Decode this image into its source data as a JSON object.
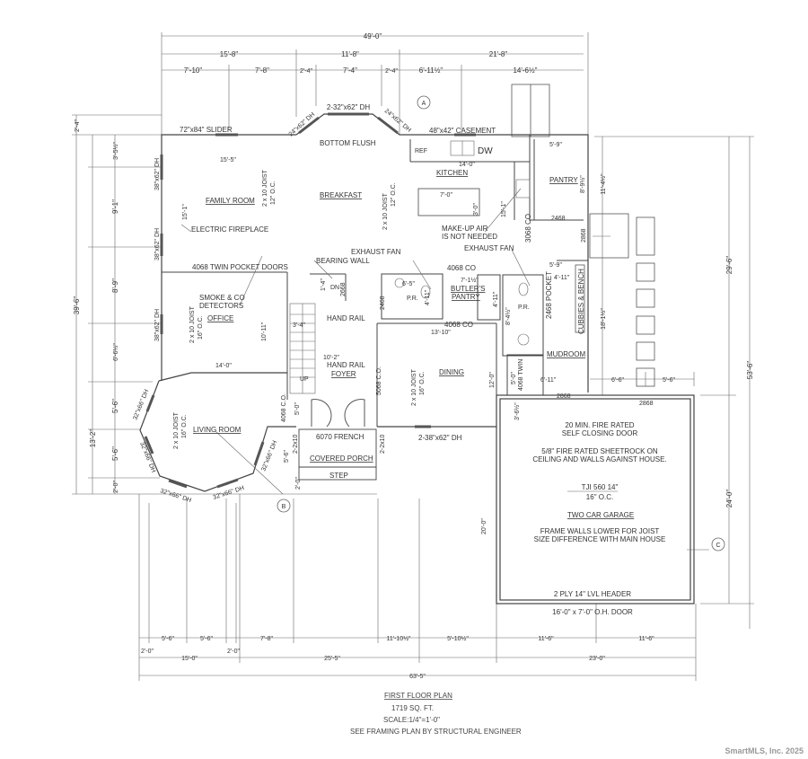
{
  "title_block": {
    "title": "FIRST FLOOR PLAN",
    "area": "1719 SQ. FT.",
    "scale": "SCALE:1/4\"=1'-0\"",
    "note": "SEE FRAMING PLAN BY STRUCTURAL ENGINEER"
  },
  "watermark": "SmartMLS, Inc. 2025",
  "rooms": {
    "family_room": "FAMILY ROOM",
    "breakfast": "BREAKFAST",
    "kitchen": "KITCHEN",
    "pantry": "PANTRY",
    "office": "OFFICE",
    "living_room": "LIVING ROOM",
    "foyer": "FOYER",
    "dining": "DINING",
    "butlers_pantry_1": "BUTLER'S",
    "butlers_pantry_2": "PANTRY",
    "mudroom": "MUDROOM",
    "covered_porch": "COVERED PORCH",
    "step": "STEP",
    "garage": "TWO CAR GARAGE",
    "pr1": "P.R.",
    "pr2": "P.R."
  },
  "notes": {
    "slider": "72\"x84\" SLIDER",
    "bay_center": "2-32\"x62\" DH",
    "bay_left": "24\"x62\" DH",
    "bay_right": "24\"x62\" DH",
    "bottom_flush": "BOTTOM FLUSH",
    "casement": "48\"x42\" CASEMENT",
    "ref": "REF",
    "dw": "DW",
    "fireplace": "ELECTRIC FIREPLACE",
    "twin_pocket": "4068 TWIN POCKET DOORS",
    "smoke_1": "SMOKE & CO",
    "smoke_2": "DETECTORS",
    "bearing_wall": "BEARING WALL",
    "hand_rail_1": "HAND RAIL",
    "hand_rail_2": "HAND RAIL",
    "exhaust_fan_1": "EXHAUST FAN",
    "exhaust_fan_2": "EXHAUST FAN",
    "makeup_air_1": "MAKE-UP AIR",
    "makeup_air_2": "IS NOT NEEDED",
    "co_4068_a": "4068 CO",
    "co_4068_b": "4068 CO",
    "co_3068": "3068 CO",
    "pocket_2468": "2468 POCKET",
    "cubbies": "CUBBIES & BENCH",
    "door_2468_a": "2468",
    "door_2468_b": "2468",
    "door_2868_a": "2868",
    "door_2868_b": "2868",
    "door_2868_c": "2868",
    "door_2868_d": "2868",
    "door_2668": "2668",
    "twin_4068": "4068 TWIN",
    "co_4068_c": "4068 C.O.",
    "co_5068": "5068 C.O.",
    "french": "6070 FRENCH",
    "post_left": "2-2x10",
    "post_right": "2-2x10",
    "win_family_1": "38\"x62\" DH",
    "win_family_2": "38\"x62\" DH",
    "win_office": "38\"x62\" DH",
    "win_living_1": "32\"x66\" DH",
    "win_living_2": "32\"x66\" DH",
    "win_living_3": "32\"x66\" DH",
    "win_living_4": "32\"x66\" DH",
    "win_living_5": "32\"x66\" DH",
    "win_dining": "2-38\"x62\" DH",
    "up": "UP",
    "dn": "DN",
    "joist_1a": "2 x 10 JOIST",
    "joist_1b": "12\" O.C.",
    "joist_2a": "2 x 10 JOIST",
    "joist_2b": "12\" O.C.",
    "joist_3a": "2 x 10 JOIST",
    "joist_3b": "16\" O.C.",
    "joist_4a": "2 x 10 JOIST",
    "joist_4b": "16\" O.C.",
    "joist_5a": "2 x 10 JOIST",
    "joist_5b": "16\" O.C.",
    "fire_door_1": "20 MIN. FIRE RATED",
    "fire_door_2": "SELF CLOSING DOOR",
    "sheetrock_1": "5/8\" FIRE RATED SHEETROCK ON",
    "sheetrock_2": "CEILING AND WALLS AGAINST HOUSE.",
    "tji_1": "TJI 560 14\"",
    "tji_2": "16\" O.C.",
    "frame_1": "FRAME WALLS LOWER FOR JOIST",
    "frame_2": "SIZE DIFFERENCE WITH MAIN HOUSE",
    "header": "2 PLY 14\" LVL HEADER",
    "oh_door": "16'-0\" x 7'-0\" O.H. DOOR",
    "marker_a": "A",
    "marker_b": "B",
    "marker_c": "C"
  },
  "dimensions": {
    "top_overall": "49'-0\"",
    "top_mid": [
      "15'-8\"",
      "11'-8\"",
      "21'-8\""
    ],
    "top_detail": [
      "7'-10\"",
      "7'-8\"",
      "2'-4\"",
      "7'-4\"",
      "2'-4\"",
      "6'-11½\"",
      "14'-6½\""
    ],
    "left": [
      "2'-4\"",
      "3'-5½\"",
      "9'-1\"",
      "8'-9\"",
      "6'-6½\"",
      "5'-6\"",
      "5'-6\"",
      "2'-0\"",
      "13'-2\"",
      "39'-6\""
    ],
    "right": [
      "11'-4½\"",
      "18'-1½\"",
      "29'-6\"",
      "24'-0\"",
      "53'-6\"",
      "6'-6\"",
      "5'-6\""
    ],
    "bottom_detail": [
      "5'-6\"",
      "5'-6\"",
      "7'-8\"",
      "11'-10½\"",
      "5'-10½\"",
      "11'-6\"",
      "11'-6\""
    ],
    "bottom_small": [
      "2'-0\"",
      "2'-0\""
    ],
    "bottom_mid": [
      "15'-0\"",
      "25'-5\"",
      "23'-0\""
    ],
    "bottom_overall": "63'-5\"",
    "interior": {
      "family_w": "15'-5\"",
      "family_h": "15'-1\"",
      "office_w": "14'-0\"",
      "office_h": "10'-11\"",
      "kitchen_w": "14'-0\"",
      "island_w": "7'-0\"",
      "island_h": "3'-0\"",
      "kitchen_h": "15'-1\"",
      "pantry_w": "5'-9\"",
      "pantry_h": "8'-9½\"",
      "hall_w": "5'-9\"",
      "hall_w2": "4'-11\"",
      "pr_w": "6'-5\"",
      "pr_h": "4'-11\"",
      "butler_w": "7'-1½\"",
      "butler_h": "4'-11\"",
      "pr2_h": "8'-4½\"",
      "dining_w": "13'-10\"",
      "dining_h": "12'-0\"",
      "stair_w": "3'-4\"",
      "foyer_w": "10'-2\"",
      "foyer_h": "5'-0\"",
      "porch_h": "5'-6\"",
      "porch_step": "2'-0\"",
      "mud_w": "6'-11\"",
      "mud_h": "5'-0\"",
      "garage_step": "3'-6½\"",
      "garage_h": "20'-0\"",
      "landing": "1'-4\""
    }
  },
  "colors": {
    "lines": "#444444",
    "text": "#333333",
    "watermark": "#999999"
  }
}
